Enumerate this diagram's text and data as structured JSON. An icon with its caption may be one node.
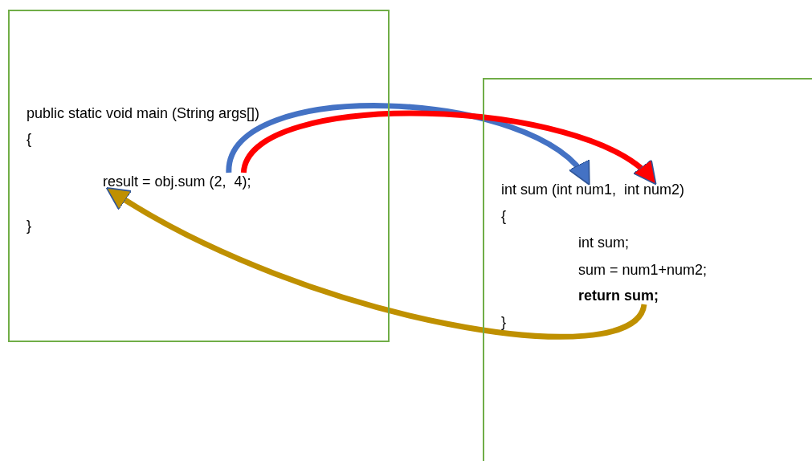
{
  "diagram": {
    "nodes": [
      {
        "text": [],
        "shape": "box"
      },
      {
        "text": [
          "public static void main (String args[])"
        ],
        "in": 0
      },
      {
        "text": [
          "{"
        ],
        "in": 0
      },
      {
        "text": [
          "result = obj.sum (2,  4);"
        ],
        "in": 0
      },
      {
        "text": [
          "}"
        ],
        "in": 0
      },
      {
        "text": [],
        "shape": "box"
      },
      {
        "text": [
          "int sum (int num1,  int num2)"
        ],
        "in": 5
      },
      {
        "text": [
          "{"
        ],
        "in": 5
      },
      {
        "text": [
          "int sum;"
        ],
        "in": 5
      },
      {
        "text": [
          "sum = num1+num2;"
        ],
        "in": 5
      },
      {
        "text": [
          "return sum;"
        ],
        "in": 5
      },
      {
        "text": [
          "}"
        ],
        "in": 5
      }
    ],
    "edges": [
      {
        "from": 3,
        "to": 6,
        "arrow": "to",
        "color": "#4472c4"
      },
      {
        "from": 3,
        "to": 6,
        "arrow": "to",
        "color": "#ff0000"
      },
      {
        "from": 10,
        "to": 3,
        "arrow": "to",
        "color": "#bf9000"
      }
    ]
  }
}
